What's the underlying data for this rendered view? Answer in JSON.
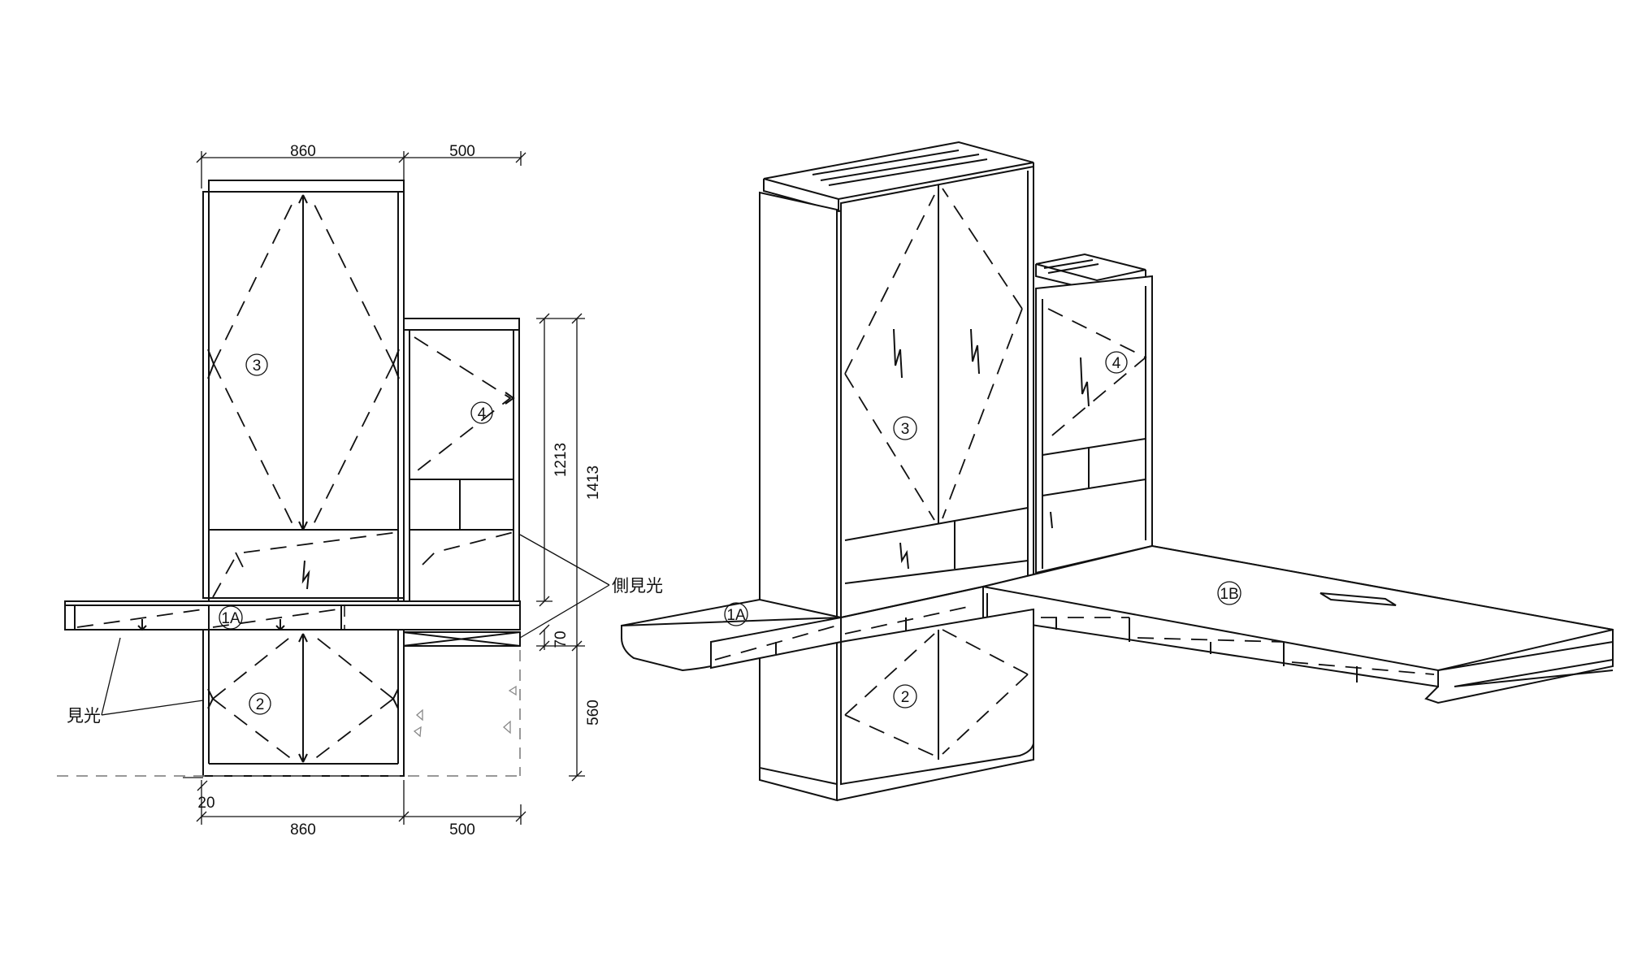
{
  "dimensions": {
    "top_left": "860",
    "top_right": "500",
    "bottom_left": "860",
    "bottom_right": "500",
    "height_upper": "1213",
    "height_total": "1413",
    "height_gap": "70",
    "height_lower": "560",
    "offset_small": "20"
  },
  "labels": {
    "cab_3_front": "3",
    "cab_4_front": "4",
    "cab_2_front": "2",
    "desk_1a_front": "1A",
    "cab_3_iso": "3",
    "cab_4_iso": "4",
    "cab_2_iso": "2",
    "desk_1a_iso": "1A",
    "desk_1b_iso": "1B"
  },
  "annotations": {
    "side_finish": "側見光",
    "visible_finish": "見光"
  }
}
